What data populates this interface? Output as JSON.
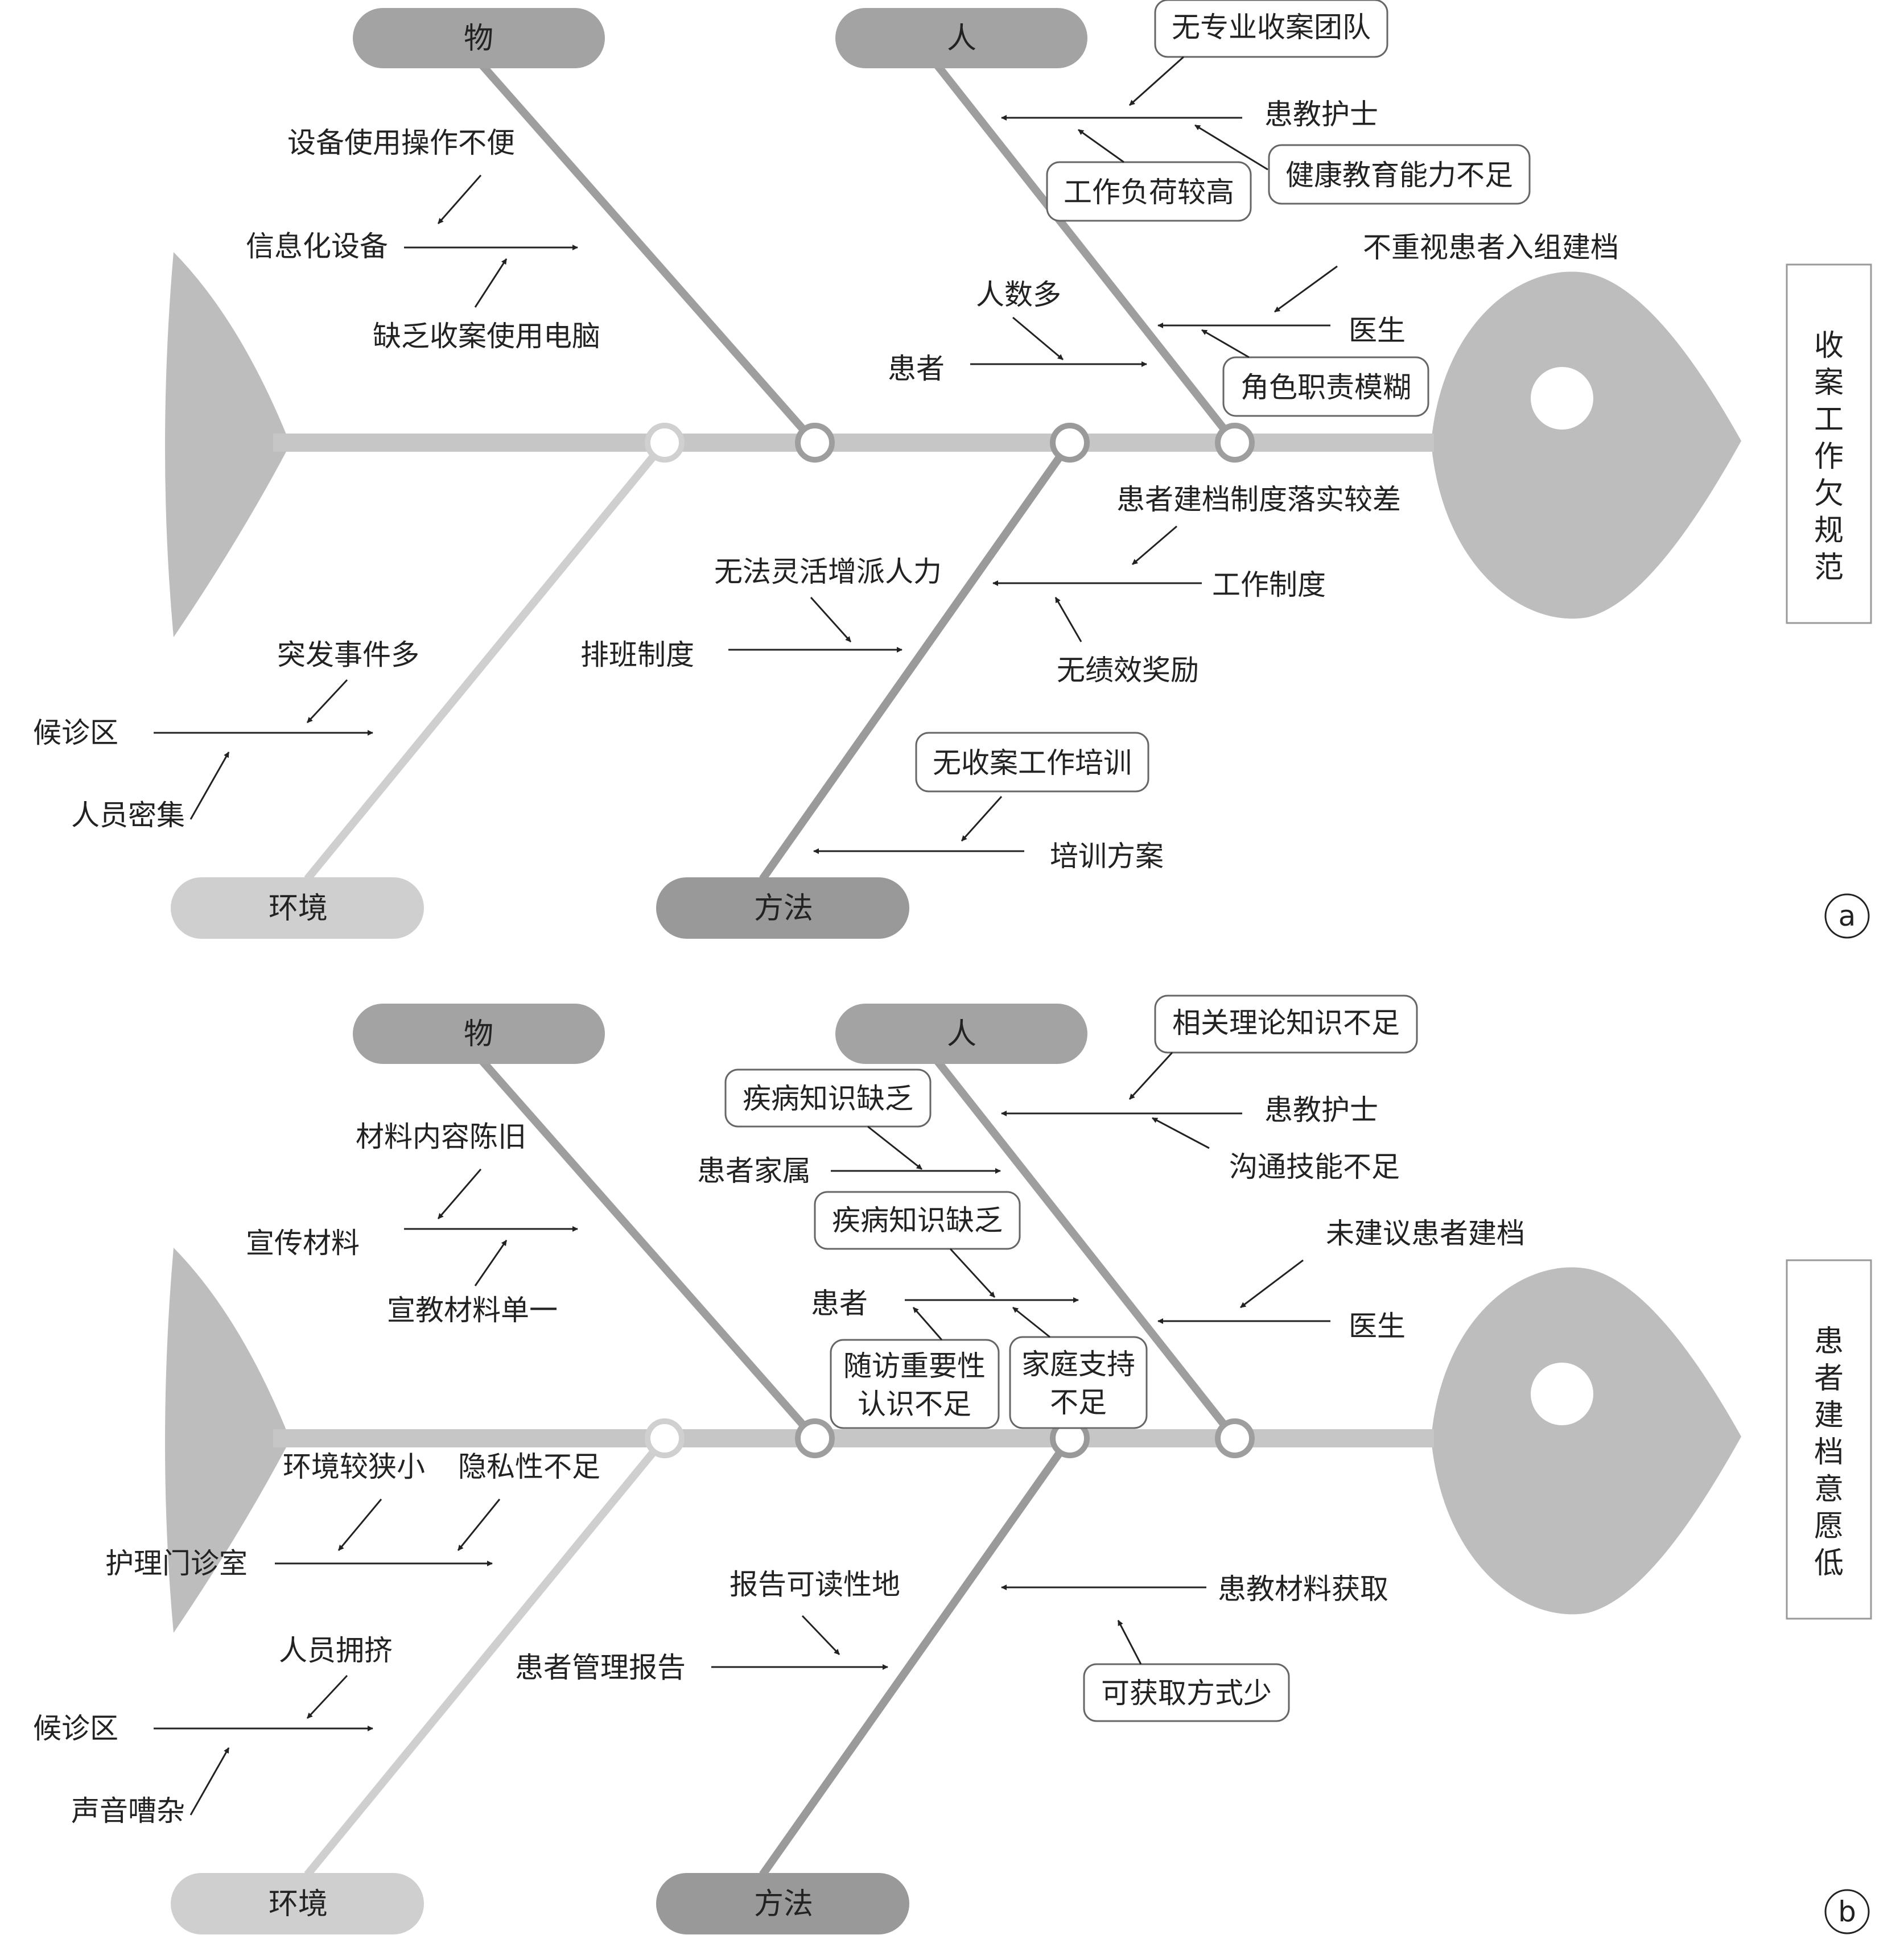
{
  "diagrams": [
    {
      "tag": "a",
      "effect": [
        "收",
        "案",
        "工",
        "作",
        "欠",
        "规",
        "范"
      ],
      "categories": {
        "thing": "物",
        "person": "人",
        "environment": "环境",
        "method": "方法"
      },
      "labels": {
        "t1": "设备使用操作不便",
        "t2": "信息化设备",
        "t3": "缺乏收案使用电脑",
        "p1": "无专业收案团队",
        "p2": "患教护士",
        "p3": "工作负荷较高",
        "p4": "健康教育能力不足",
        "p5": "不重视患者入组建档",
        "p6": "人数多",
        "p7": "医生",
        "p8": "患者",
        "p9": "角色职责模糊",
        "m1": "患者建档制度落实较差",
        "m2": "无法灵活增派人力",
        "m3": "工作制度",
        "m4": "排班制度",
        "m5": "无绩效奖励",
        "m6": "无收案工作培训",
        "m7": "培训方案",
        "e1": "突发事件多",
        "e2": "候诊区",
        "e3": "人员密集"
      }
    },
    {
      "tag": "b",
      "effect": [
        "患",
        "者",
        "建",
        "档",
        "意",
        "愿",
        "低"
      ],
      "categories": {
        "thing": "物",
        "person": "人",
        "environment": "环境",
        "method": "方法"
      },
      "labels": {
        "t1": "材料内容陈旧",
        "t2": "宣传材料",
        "t3": "宣教材料单一",
        "p1": "相关理论知识不足",
        "p2": "疾病知识缺乏",
        "p3": "患教护士",
        "p4": "患者家属",
        "p5": "沟通技能不足",
        "p6": "疾病知识缺乏",
        "p7": "未建议患者建档",
        "p8": "患者",
        "p9": "医生",
        "p10a": "随访重要性",
        "p10b": "认识不足",
        "p11a": "家庭支持",
        "p11b": "不足",
        "e1": "环境较狭小",
        "e2": "隐私性不足",
        "e3": "护理门诊室",
        "m1": "报告可读性地",
        "m2": "患教材料获取",
        "m3": "患者管理报告",
        "m4": "可获取方式少",
        "e4": "人员拥挤",
        "e5": "候诊区",
        "e6": "声音嘈杂"
      }
    }
  ]
}
